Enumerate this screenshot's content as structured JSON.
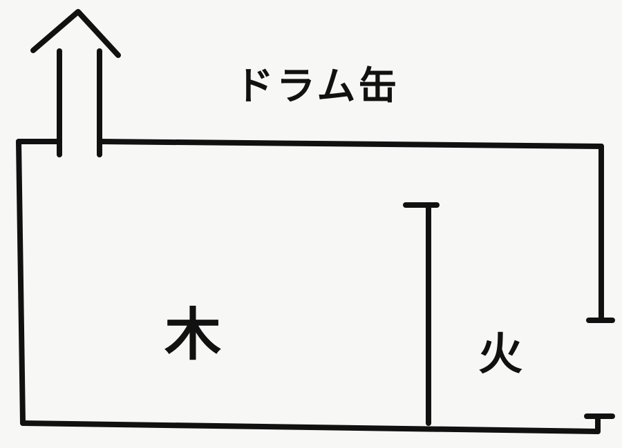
{
  "diagram": {
    "title": "ドラム缶",
    "wood_label": "木",
    "fire_label": "火"
  }
}
